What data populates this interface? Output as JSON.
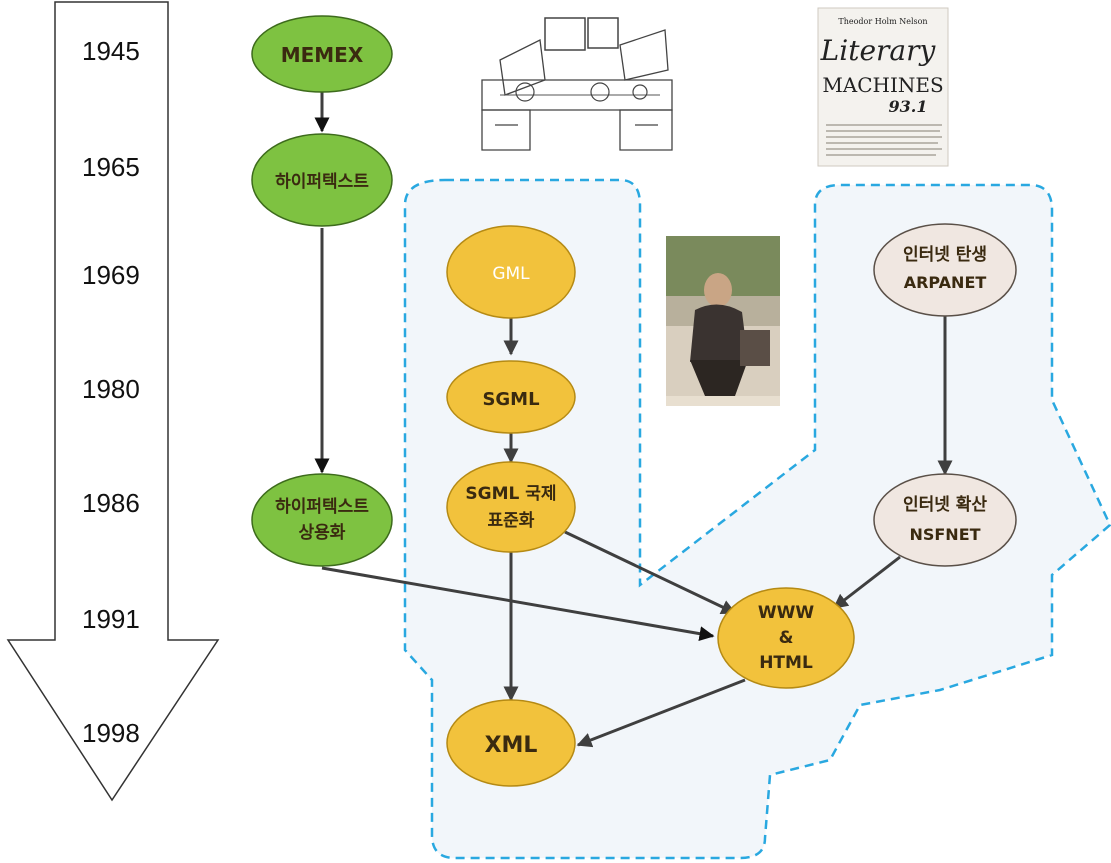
{
  "timeline": {
    "years": [
      "1945",
      "1965",
      "1969",
      "1980",
      "1986",
      "1991",
      "1998"
    ]
  },
  "nodes": {
    "memex": {
      "label": "MEMEX"
    },
    "hypertext": {
      "label": "하이퍼텍스트"
    },
    "hypertext_commercial": {
      "line1": "하이퍼텍스트",
      "line2": "상용화"
    },
    "gml": {
      "label": "GML"
    },
    "sgml": {
      "label": "SGML"
    },
    "sgml_std": {
      "line1": "SGML 국제",
      "line2": "표준화"
    },
    "www_html": {
      "line1": "WWW",
      "line2": "&",
      "line3": "HTML"
    },
    "xml": {
      "label": "XML"
    },
    "arpanet": {
      "line1": "인터넷 탄생",
      "line2": "ARPANET"
    },
    "nsfnet": {
      "line1": "인터넷 확산",
      "line2": "NSFNET"
    }
  },
  "book_cover": {
    "author": "Theodor Holm Nelson",
    "title_line1": "Literary",
    "title_line2": "MACHINES",
    "edition": "93.1"
  },
  "colors": {
    "green_node": "#7ec241",
    "yellow_node": "#f2c23c",
    "beige_node": "#f0e7e1",
    "dashed_border": "#29a8e0",
    "region_fill": "#f2f6fa",
    "arrow": "#3f3f3f"
  }
}
